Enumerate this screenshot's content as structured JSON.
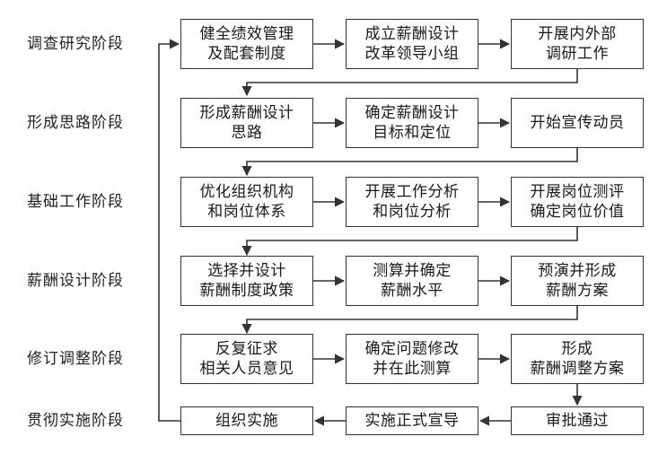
{
  "stages": [
    "调查研究阶段",
    "形成思路阶段",
    "基础工作阶段",
    "薪酬设计阶段",
    "修订调整阶段",
    "贯彻实施阶段"
  ],
  "rows": [
    [
      "健全绩效管理\n及配套制度",
      "成立薪酬设计\n改革领导小组",
      "开展内外部\n调研工作"
    ],
    [
      "形成薪酬设计\n思路",
      "确定薪酬设计\n目标和定位",
      "开始宣传动员"
    ],
    [
      "优化组织机构\n和岗位体系",
      "开展工作分析\n和岗位分析",
      "开展岗位测评\n确定岗位价值"
    ],
    [
      "选择并设计\n薪酬制度政策",
      "测算并确定\n薪酬水平",
      "预演并形成\n薪酬方案"
    ],
    [
      "反复征求\n相关人员意见",
      "确定问题修改\n并在此测算",
      "形成\n薪酬调整方案"
    ],
    [
      "组织实施",
      "实施正式宣导",
      "审批通过"
    ]
  ]
}
